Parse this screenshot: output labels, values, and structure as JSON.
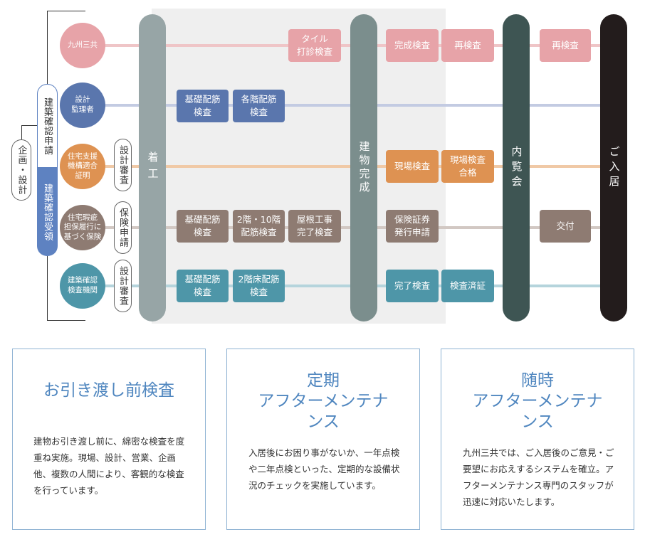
{
  "flow": {
    "left_label": "企画・設計",
    "confirm_apply": "建築確認申請",
    "confirm_receive": "建築確認受領",
    "parties": [
      {
        "id": "kyushu",
        "label": "九州三共",
        "color": "#e7a3a8"
      },
      {
        "id": "designer",
        "label": "設計\n監理者",
        "color": "#5a76ad"
      },
      {
        "id": "housing",
        "label": "住宅支援\n機構適合\n証明",
        "color": "#de9252"
      },
      {
        "id": "insurance",
        "label": "住宅瑕疵\n担保履行に\n基づく保険",
        "color": "#8e7b72"
      },
      {
        "id": "agency",
        "label": "建築確認\n検査機関",
        "color": "#4e96a8"
      }
    ],
    "side_labels": {
      "housing": "設計審査",
      "insurance": "保険申請",
      "agency": "設計審査"
    },
    "milestones": {
      "start": "着工",
      "built": "建物完成",
      "preview": "内覧会",
      "move_in": "ご入居"
    },
    "boxes": {
      "tile_inspection": "タイル\n打診検査",
      "completion_inspection": "完成検査",
      "reinspection_1": "再検査",
      "reinspection_2": "再検査",
      "designer_foundation": "基礎配筋\n検査",
      "designer_floors": "各階配筋\n検査",
      "site_inspection": "現場検査",
      "site_pass": "現場検査\n合格",
      "ins_foundation": "基礎配筋\n検査",
      "ins_floor2_10": "2階・10階\n配筋検査",
      "ins_roof": "屋根工事\n完了検査",
      "ins_certificate": "保険証券\n発行申請",
      "ins_delivery": "交付",
      "ag_foundation": "基礎配筋\n検査",
      "ag_floor2": "2階床配筋\n検査",
      "ag_completion": "完了検査",
      "ag_certificate": "検査済証"
    }
  },
  "cards": [
    {
      "title": "お引き渡し前検査",
      "body": "建物お引き渡し前に、綿密な検査を度重ね実施。現場、設計、営業、企画他、複数の人間により、客観的な検査を行っています。"
    },
    {
      "title": "定期\nアフターメンテナ\nンス",
      "body": "入居後にお困り事がないか、一年点検や二年点検といった、定期的な設備状況のチェックを実施しています。"
    },
    {
      "title": "随時\nアフターメンテナ\nンス",
      "body": "九州三共では、ご入居後のご意見・ご要望にお応えするシステムを確立。アフターメンテナンス専門のスタッフが迅速に対応いたします。"
    }
  ]
}
